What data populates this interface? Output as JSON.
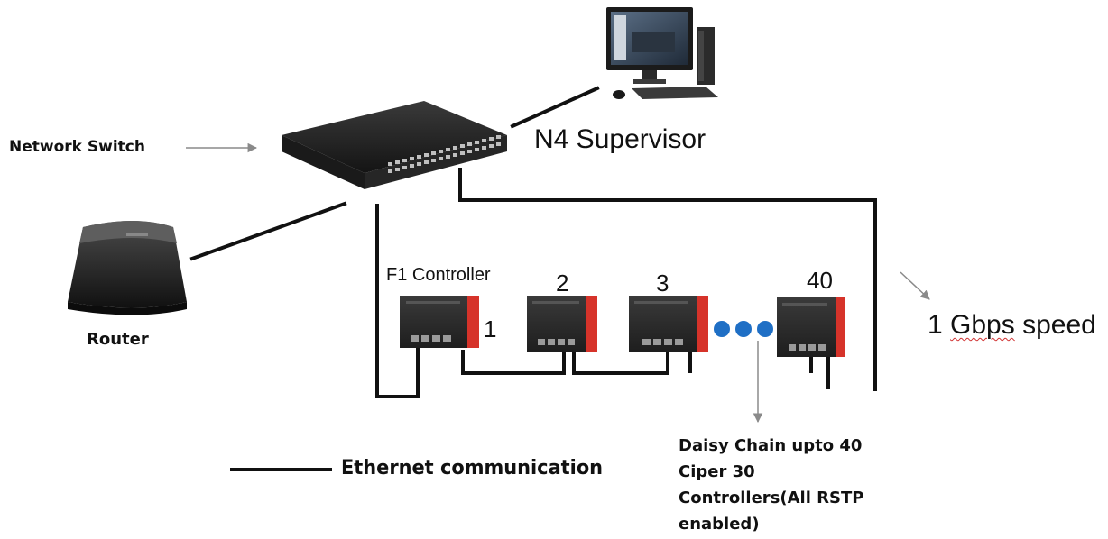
{
  "labels": {
    "network_switch": "Network Switch",
    "router": "Router",
    "supervisor": "N4 Supervisor",
    "f1_controller": "F1 Controller",
    "controller_1": "1",
    "controller_2": "2",
    "controller_3": "3",
    "controller_40": "40",
    "speed_prefix": "1 ",
    "speed_word": "Gbps",
    "speed_suffix": " speed",
    "daisy_line1": "Daisy Chain upto 40",
    "daisy_line2": "Ciper 30",
    "daisy_line3": "Controllers(All RSTP",
    "daisy_line4": "enabled)",
    "legend_ethernet": "Ethernet communication"
  },
  "colors": {
    "cable": "#111111",
    "controller_body": "#2b2b2b",
    "controller_accent": "#d6332a",
    "chain_dots": "#1f6fc5",
    "arrow": "#8a8a8a"
  },
  "icons": {
    "switch": "network-switch-icon",
    "router": "router-icon",
    "pc": "desktop-pc-icon",
    "controller": "controller-icon"
  }
}
